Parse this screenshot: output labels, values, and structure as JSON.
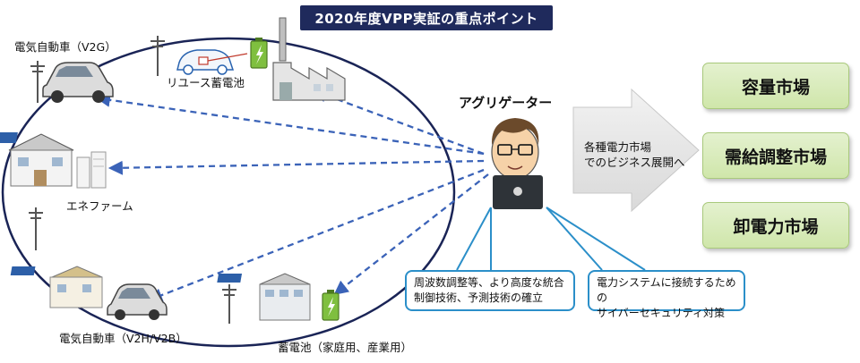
{
  "title": "2020年度VPP実証の重点ポイント",
  "resources": {
    "ev_v2g": "電気自動車（V2G）",
    "reuse_battery": "リユース蓄電池",
    "enefarm": "エネファーム",
    "ev_v2h": "電気自動車（V2H/V2B）",
    "storage_battery": "蓄電池（家庭用、産業用）"
  },
  "aggregator": "アグリゲーター",
  "arrow_text": [
    "各種電力市場",
    "でのビジネス展開へ"
  ],
  "markets": [
    "容量市場",
    "需給調整市場",
    "卸電力市場"
  ],
  "callouts": {
    "left": [
      "周波数調整等、より高度な統合",
      "制御技術、予測技術の確立"
    ],
    "right": [
      "電力システムに接続するための",
      "サイバーセキュリティ対策"
    ]
  },
  "colors": {
    "banner": "#1f2a5c",
    "ellipse": "#1a2456",
    "dashed_arrow": "#3b63b8",
    "callout_border": "#2b8fc9",
    "market_fill": "#d9ecbd",
    "big_arrow": "#e6e6e6"
  }
}
